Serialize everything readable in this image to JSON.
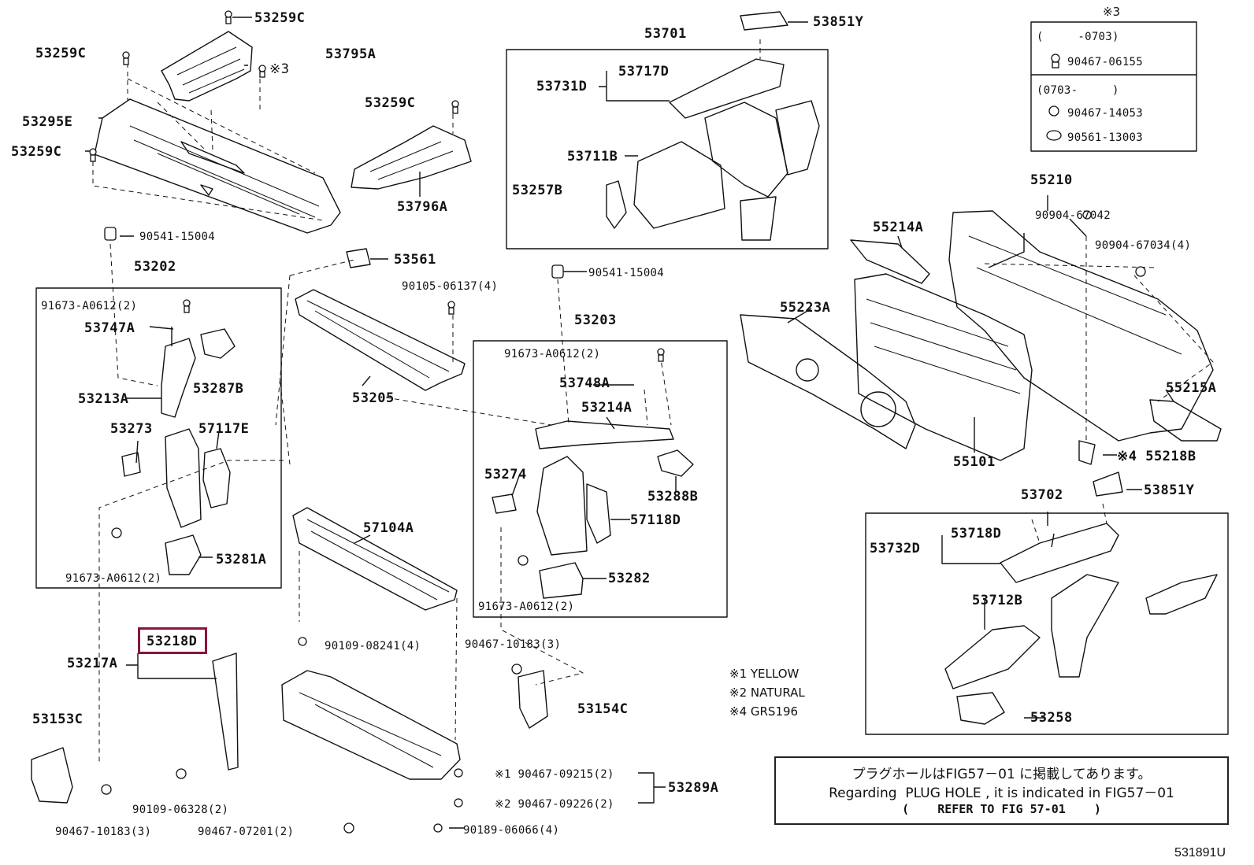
{
  "labels": {
    "l53259c_top": "53259C",
    "l53795a": "53795A",
    "l53259c_left": "53259C",
    "ref3_label": "※3",
    "l53295e": "53295E",
    "l53259c_mid": "53259C",
    "l53259c_left2": "53259C",
    "l53796a": "53796A",
    "l90541_left": "90541-15004",
    "l53202": "53202",
    "l53561": "53561",
    "l90105": "90105-06137(4)",
    "l91673_a": "91673-A0612(2)",
    "l53747a": "53747A",
    "l53287b": "53287B",
    "l53213a": "53213A",
    "l53205": "53205",
    "l53273": "53273",
    "l57117e": "57117E",
    "l91673_b": "91673-A0612(2)",
    "l53281a": "53281A",
    "l53701": "53701",
    "l53851y_top": "53851Y",
    "l53717d": "53717D",
    "l53731d": "53731D",
    "l53711b": "53711B",
    "l53257b": "53257B",
    "l90541_mid": "90541-15004",
    "l53203": "53203",
    "l91673_c": "91673-A0612(2)",
    "l53748a": "53748A",
    "l53214a": "53214A",
    "l53288b": "53288B",
    "l53274": "53274",
    "l57118d": "57118D",
    "l53282": "53282",
    "l91673_d": "91673-A0612(2)",
    "l57104a": "57104A",
    "l90109_08241": "90109-08241(4)",
    "l53218d": "53218D",
    "l53217a": "53217A",
    "l90467_10183_mid": "90467-10183(3)",
    "l53154c": "53154C",
    "l53153c": "53153C",
    "l90109_06328": "90109-06328(2)",
    "l90467_10183_left": "90467-10183(3)",
    "l90467_07201": "90467-07201(2)",
    "l90467_09215": "※1 90467-09215(2)",
    "l90467_09226": "※2 90467-09226(2)",
    "l90189": "90189-06066(4)",
    "l53289a": "53289A",
    "l55210": "55210",
    "l90904_67042": "90904-67042",
    "l90904_67034": "90904-67034(4)",
    "l55214a": "55214A",
    "l55223a": "55223A",
    "l55215a": "55215A",
    "l55101": "55101",
    "l55218b": "※4 55218B",
    "l53702": "53702",
    "l53851y_bot": "53851Y",
    "l53718d": "53718D",
    "l53732d": "53732D",
    "l53712b": "53712B",
    "l53258": "53258"
  },
  "ref_box": {
    "title": "※3",
    "range1": "(     -0703)",
    "part1": "90467-06155",
    "range2": "(0703-     )",
    "part2": "90467-14053",
    "part3": "90561-13003"
  },
  "notes": {
    "n1": "※1 YELLOW",
    "n2": "※2 NATURAL",
    "n4": "※4 GRS196"
  },
  "plug_note": {
    "line1": "プラグホールはFIG57－01 に掲載してあります。",
    "line2": "Regarding  PLUG HOLE , it is indicated in FIG57－01",
    "line3": "(    REFER TO FIG 57-01    )"
  },
  "figure_code": "531891U",
  "highlight_color": "#8a1538"
}
